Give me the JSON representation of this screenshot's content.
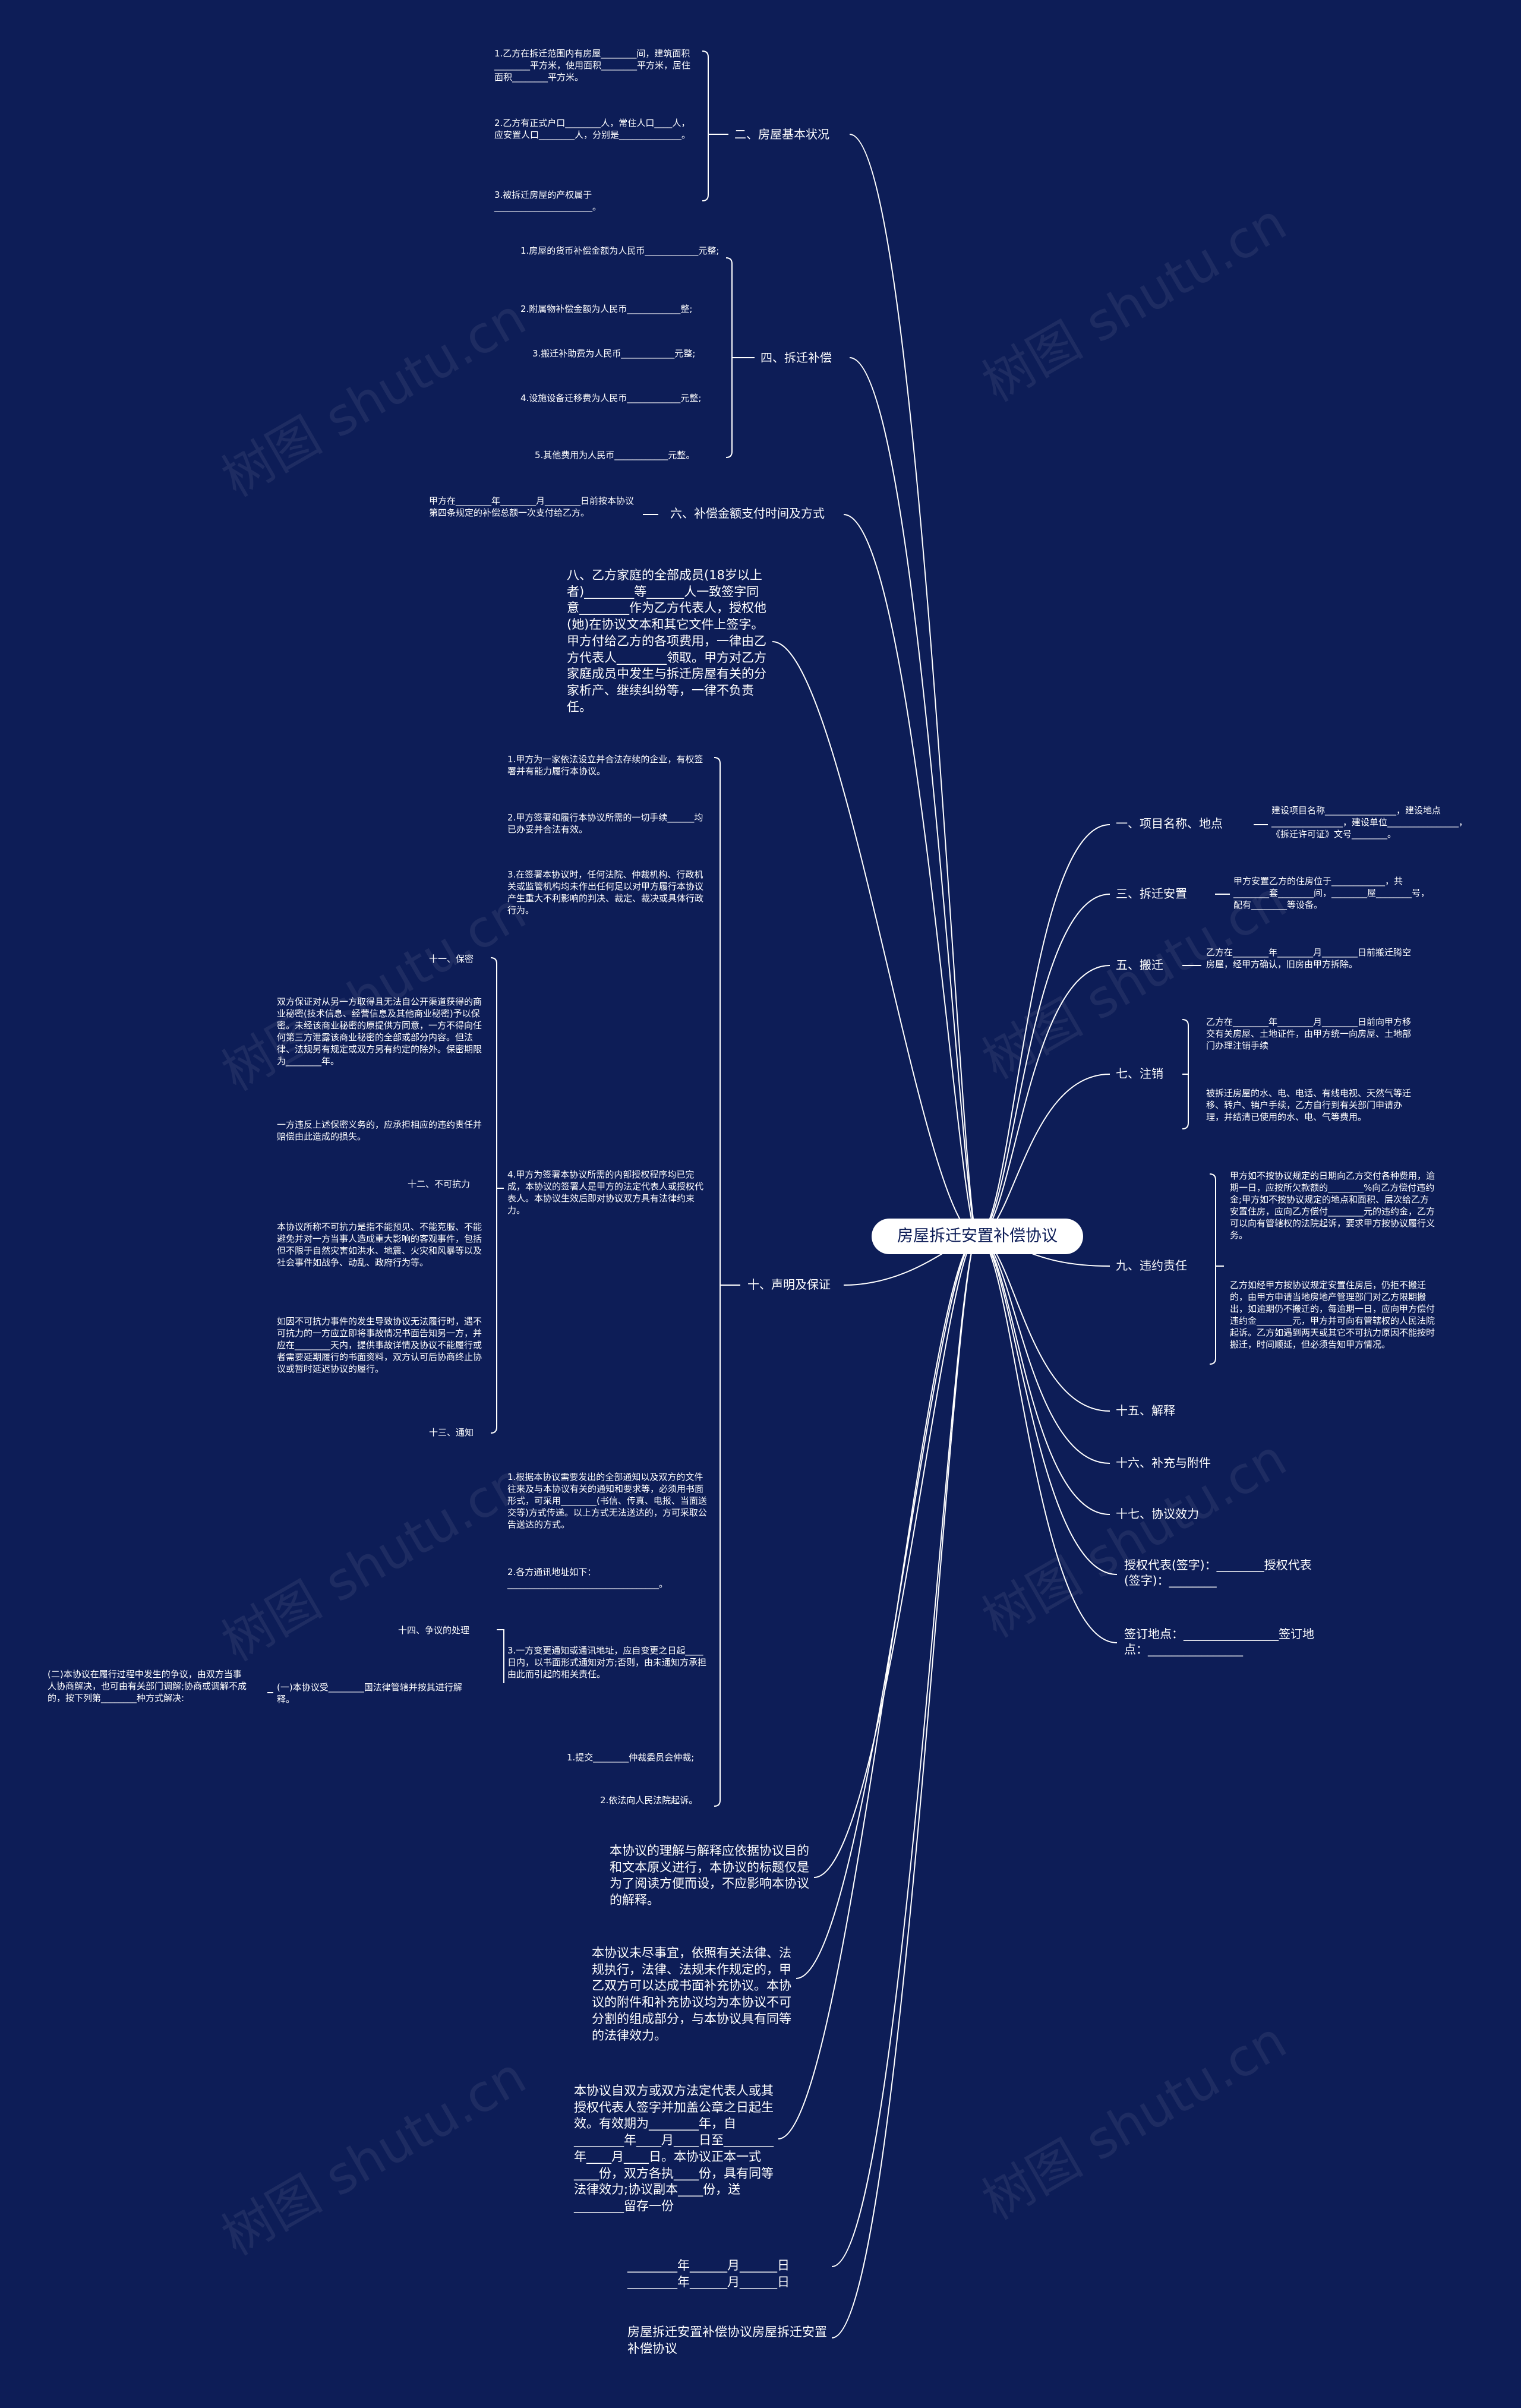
{
  "root": "房屋拆迁安置补偿协议",
  "watermark": "树图 shutu.cn",
  "colors": {
    "background": "#0d1d57",
    "line": "#ffffff",
    "root_fill": "#ffffff",
    "root_text": "#0d1d57"
  },
  "left": {
    "sec2": {
      "title": "二、房屋基本状况",
      "items": [
        "1.乙方在拆迁范围内有房屋________间，建筑面积________平方米，使用面积________平方米，居住面积________平方米。",
        "2.乙方有正式户口________人，常住人口____人，应安置人口________人，分别是______________。",
        "3.被拆迁房屋的产权属于______________________。"
      ]
    },
    "sec4": {
      "title": "四、拆迁补偿",
      "items": [
        "1.房屋的货币补偿金额为人民币____________元整;",
        "2.附属物补偿金额为人民币____________整;",
        "3.搬迁补助费为人民币____________元整;",
        "4.设施设备迁移费为人民币____________元整;",
        "5.其他费用为人民币____________元整。"
      ]
    },
    "sec6": {
      "title": "六、补偿金额支付时间及方式",
      "detail": "甲方在________年________月________日前按本协议第四条规定的补偿总额一次支付给乙方。"
    },
    "sec8": "八、乙方家庭的全部成员(18岁以上者)________等______人一致签字同意________作为乙方代表人，授权他(她)在协议文本和其它文件上签字。甲方付给乙方的各项费用，一律由乙方代表人________领取。甲方对乙方家庭成员中发生与拆迁房屋有关的分家析产、继续纠纷等，一律不负责任。",
    "sec10": {
      "title": "十、声明及保证",
      "items": [
        "1.甲方为一家依法设立并合法存续的企业，有权签署并有能力履行本协议。",
        "2.甲方签署和履行本协议所需的一切手续______均已办妥并合法有效。",
        "3.在签署本协议时，任何法院、仲裁机构、行政机关或监管机构均未作出任何足以对甲方履行本协议产生重大不利影响的判决、裁定、裁决或具体行政行为。",
        "4.甲方为签署本协议所需的内部授权程序均已完成，本协议的签署人是甲方的法定代表人或授权代表人。本协议生效后即对协议双方具有法律约束力。",
        "1.根据本协议需要发出的全部通知以及双方的文件往来及与本协议有关的通知和要求等，必须用书面形式，可采用________(书信、传真、电报、当面送交等)方式传递。以上方式无法送达的，方可采取公告送达的方式。",
        "2.各方通讯地址如下：__________________________________。",
        "3.一方变更通知或通讯地址，应自变更之日起____日内，以书面形式通知对方;否则，由未通知方承担由此而引起的相关责任。",
        "1.提交________仲裁委员会仲裁;",
        "2.依法向人民法院起诉。"
      ],
      "sec11": {
        "title": "十一、保密",
        "items": [
          "双方保证对从另一方取得且无法自公开渠道获得的商业秘密(技术信息、经营信息及其他商业秘密)予以保密。未经该商业秘密的原提供方同意，一方不得向任何第三方泄露该商业秘密的全部或部分内容。但法律、法规另有规定或双方另有约定的除外。保密期限为________年。",
          "一方违反上述保密义务的，应承担相应的违约责任并赔偿由此造成的损失。"
        ]
      },
      "sec12": {
        "title": "十二、不可抗力",
        "items": [
          "本协议所称不可抗力是指不能预见、不能克服、不能避免并对一方当事人造成重大影响的客观事件，包括但不限于自然灾害如洪水、地震、火灾和风暴等以及社会事件如战争、动乱、政府行为等。",
          "如因不可抗力事件的发生导致协议无法履行时，遇不可抗力的一方应立即将事故情况书面告知另一方，并应在________天内，提供事故详情及协议不能履行或者需要延期履行的书面资料，双方认可后协商终止协议或暂时延迟协议的履行。"
        ]
      },
      "sec13": {
        "title": "十三、通知"
      },
      "sec14": {
        "title": "十四、争议的处理",
        "child": "(一)本协议受________国法律管辖并按其进行解释。",
        "grandchild": "(二)本协议在履行过程中发生的争议，由双方当事人协商解决，也可由有关部门调解;协商或调解不成的，按下列第________种方式解决:"
      }
    },
    "paragraphs": [
      "本协议的理解与解释应依据协议目的和文本原义进行，本协议的标题仅是为了阅读方便而设，不应影响本协议的解释。",
      "本协议未尽事宜，依照有关法律、法规执行，法律、法规未作规定的，甲乙双方可以达成书面补充协议。本协议的附件和补充协议均为本协议不可分割的组成部分，与本协议具有同等的法律效力。",
      "本协议自双方或双方法定代表人或其授权代表人签字并加盖公章之日起生效。有效期为________年，自________年____月____日至________年____月____日。本协议正本一式____份，双方各执____份，具有同等法律效力;协议副本____份，送________留存一份",
      "________年______月______日________年______月______日",
      "房屋拆迁安置补偿协议房屋拆迁安置补偿协议"
    ]
  },
  "right": {
    "sec1": {
      "title": "一、项目名称、地点",
      "detail": "建设项目名称________________，建设地点________________，建设单位________________，《拆迁许可证》文号________。"
    },
    "sec3": {
      "title": "三、拆迁安置",
      "detail": "甲方安置乙方的住房位于____________，共________套________间，________屋________号，配有________等设备。"
    },
    "sec5": {
      "title": "五、搬迁",
      "detail": "乙方在________年________月________日前搬迁腾空房屋，经甲方确认，旧房由甲方拆除。"
    },
    "sec7": {
      "title": "七、注销",
      "items": [
        "乙方在________年________月________日前向甲方移交有关房屋、土地证件，由甲方统一向房屋、土地部门办理注销手续",
        "被拆迁房屋的水、电、电话、有线电视、天然气等迁移、转户、销户手续，乙方自行到有关部门申请办理，并结清已使用的水、电、气等费用。"
      ]
    },
    "sec9": {
      "title": "九、违约责任",
      "items": [
        "甲方如不按协议规定的日期向乙方交付各种费用，逾期一日，应按所欠款额的________%向乙方偿付违约金;甲方如不按协议规定的地点和面积、层次给乙方安置住房，应向乙方偿付________元的违约金，乙方可以向有管辖权的法院起诉，要求甲方按协议履行义务。",
        "乙方如经甲方按协议规定安置住房后，仍拒不搬迁的，由甲方申请当地房地产管理部门对乙方限期搬出，如逾期仍不搬迁的，每逾期一日，应向甲方偿付违约金________元，甲方并可向有管辖权的人民法院起诉。乙方如遇到两天或其它不可抗力原因不能按时搬迁，时间顺延，但必须告知甲方情况。"
      ]
    },
    "sec15": "十五、解释",
    "sec16": "十六、补充与附件",
    "sec17": "十七、协议效力",
    "sign1": "授权代表(签字)：________授权代表(签字)：________",
    "sign2": "签订地点：________________签订地点：________________"
  }
}
